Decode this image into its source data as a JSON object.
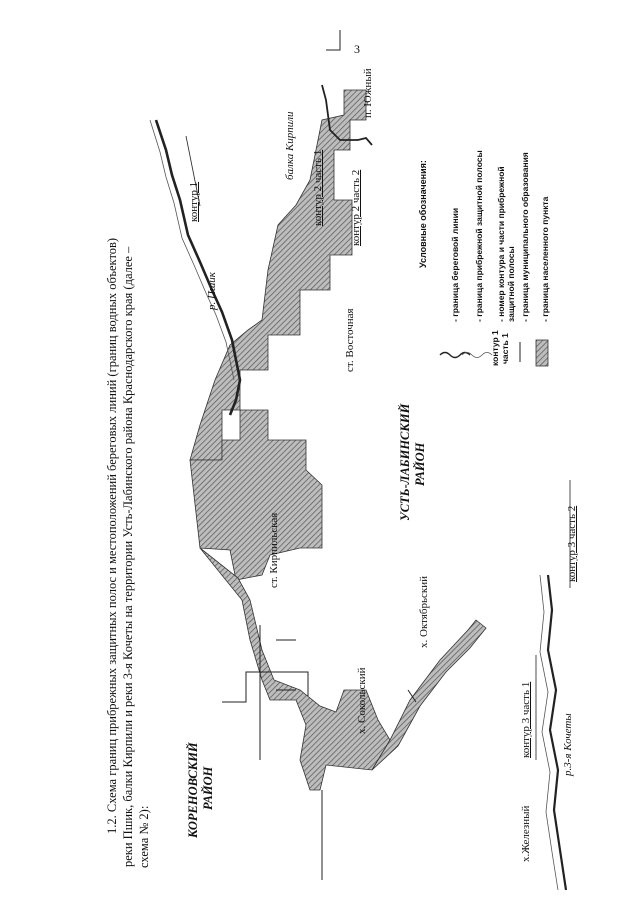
{
  "caption": {
    "line1": "1.2. Схема границ прибрежных защитных полос и местоположений береговых линий (границ водных объектов)",
    "line2": "реки Пшик, балки Кирпили и реки 3-я Кочеты на территории Усть-Лабинского района Краснодарского края (далее –",
    "line3": "схема № 2):"
  },
  "page_number": "3",
  "districts": {
    "korenovsky_1": "КОРЕНОВСКИЙ",
    "korenovsky_2": "РАЙОН",
    "ust_labinsky_1": "УСТЬ-ЛАБИНСКИЙ",
    "ust_labinsky_2": "РАЙОН"
  },
  "places": {
    "kirpilskaya": "ст. Кирпильская",
    "vostochnaya": "ст. Восточная",
    "yuzhny": "п. Южный",
    "sokolsky": "х. Сокольский",
    "oktyabrsky": "х. Октябрьский",
    "zhelezny": "х.Железный"
  },
  "rivers": {
    "pshik": "р. Пшик",
    "kirpili": "балка Кирпили",
    "kochety": "р.3-я Кочеты"
  },
  "contours": {
    "c1": "контур 1",
    "c2p1": "контур 2 часть 1",
    "c2p2": "контур 2 часть 2",
    "c3p1": "контур 3 часть 1",
    "c3p2": "контур 3 часть 2"
  },
  "legend": {
    "title": "Условные обозначения:",
    "items": [
      "- граница береговой линии",
      "- граница прибрежной защитной полосы",
      "- номер контура и части прибрежной",
      "защитной полосы",
      "- граница муниципального образования",
      "- граница населенного пункта"
    ],
    "sample_contour_1": "контур 1",
    "sample_contour_2": "часть 1"
  }
}
